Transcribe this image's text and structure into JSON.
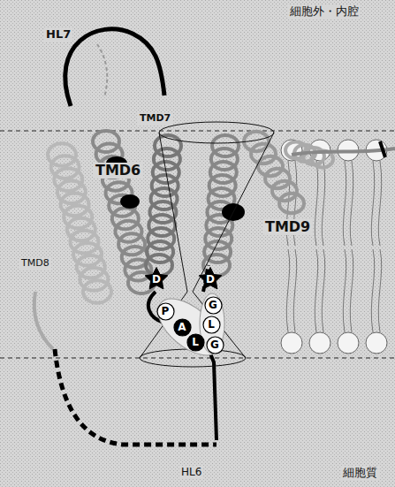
{
  "diagram": {
    "nodes": [
      {
        "text": [
          "D"
        ]
      },
      {
        "text": [
          "D"
        ]
      },
      {
        "text": [
          "G"
        ]
      },
      {
        "text": [
          "P"
        ]
      },
      {
        "text": [
          "L"
        ]
      },
      {
        "text": [
          "A"
        ]
      },
      {
        "text": [
          "L"
        ]
      },
      {
        "text": [
          "G"
        ]
      }
    ],
    "labels": [
      "細胞外・内腔",
      "HL7",
      "TMD7",
      "TMD6",
      "TMD9",
      "TMD8",
      "HL6",
      "細胞質"
    ]
  }
}
